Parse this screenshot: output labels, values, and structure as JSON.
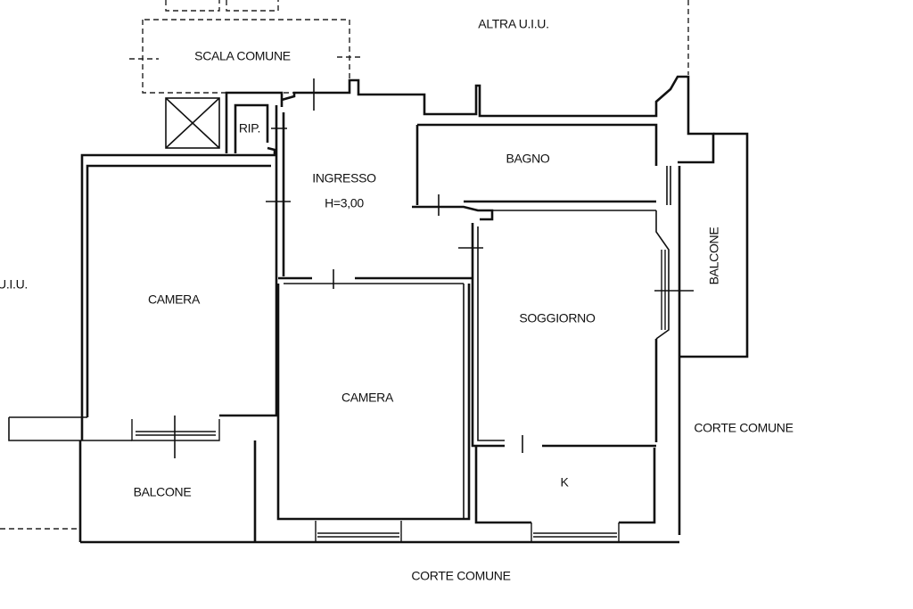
{
  "labels": {
    "altra_top": "ALTRA U.I.U.",
    "scala": "SCALA COMUNE",
    "rip": "RIP.",
    "ingresso": "INGRESSO",
    "height": "H=3,00",
    "bagno": "BAGNO",
    "camera_left": "CAMERA",
    "camera_center": "CAMERA",
    "soggiorno": "SOGGIORNO",
    "balcone_right": "BALCONE",
    "balcone_left": "BALCONE",
    "corte_right": "CORTE COMUNE",
    "corte_bottom": "CORTE COMUNE",
    "k": "K",
    "altra_left": "U.I.U."
  },
  "colors": {
    "line": "#111111",
    "background": "#ffffff"
  }
}
